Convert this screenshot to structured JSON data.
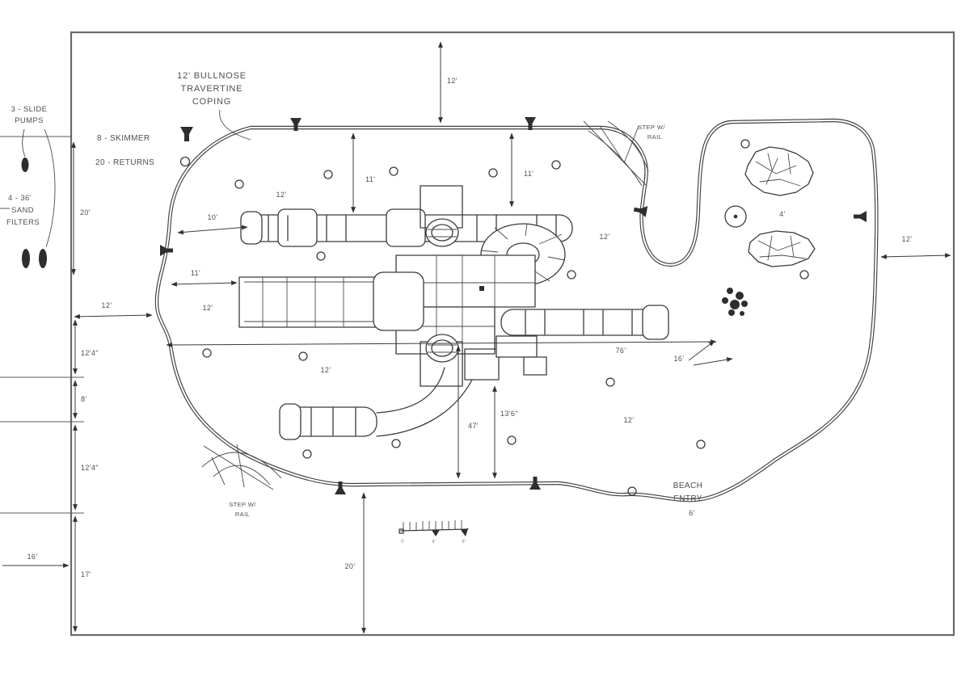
{
  "drawing": {
    "equipment": {
      "slide_pumps_1": "3 - SLIDE",
      "slide_pumps_2": "PUMPS",
      "sand_filters_1": "4 - 36'",
      "sand_filters_2": "SAND",
      "sand_filters_3": "FILTERS"
    },
    "legend": {
      "skimmer": "8 - SKIMMER",
      "returns": "20 - RETURNS"
    },
    "coping": {
      "l1": "12' BULLNOSE",
      "l2": "TRAVERTINE",
      "l3": "COPING"
    },
    "features": {
      "step_rail_top_1": "STEP W/",
      "step_rail_top_2": "RAIL",
      "step_rail_bot_1": "STEP W/",
      "step_rail_bot_2": "RAIL",
      "beach_1": "BEACH",
      "beach_2": "ENTRY",
      "beach_depth": "6'",
      "lagoon_size": "4'"
    },
    "dims": {
      "top": "12'",
      "right": "12'",
      "left": "12'",
      "chain": [
        "12'4\"",
        "8'",
        "12'4\"",
        "17'"
      ],
      "equip_h": "20'",
      "equip_w": "16'",
      "slide": "10'",
      "platform": "11'",
      "inset_l": "11'",
      "inset_r": "11'",
      "length": "76'",
      "narrow": "16'",
      "low_l": "47'",
      "low_r": "13'6\"",
      "bottom": "20'",
      "depth": [
        "12'",
        "12'",
        "12'",
        "12'",
        "12'"
      ]
    },
    "scale": {
      "t0": "0",
      "t1": "4'",
      "t2": "8'"
    },
    "colors": {
      "ink": "#3a3a3a",
      "text": "#4f4f4f",
      "border": "#6b6b6b",
      "paper": "#ffffff"
    }
  }
}
